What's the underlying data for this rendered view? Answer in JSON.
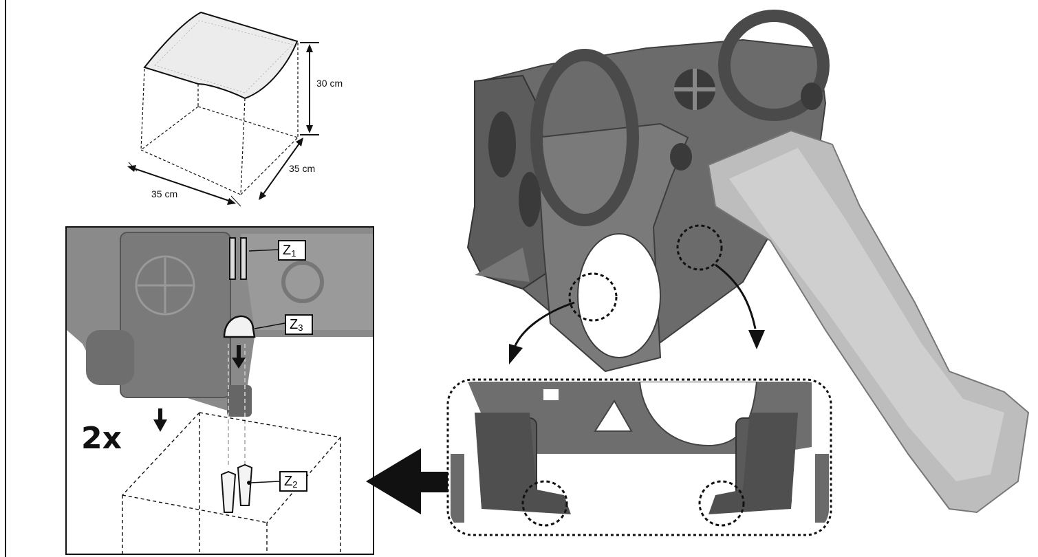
{
  "dimensions": {
    "height": "30 cm",
    "depth": "35 cm",
    "width": "35 cm"
  },
  "parts": {
    "z1": {
      "letter": "Z",
      "sub": "1"
    },
    "z2": {
      "letter": "Z",
      "sub": "2"
    },
    "z3": {
      "letter": "Z",
      "sub": "3"
    }
  },
  "multiplier": "2x",
  "colors": {
    "frame": "#6b6b6b",
    "frame_dark": "#4a4a4a",
    "slide": "#bdbdbd",
    "line": "#111111"
  }
}
